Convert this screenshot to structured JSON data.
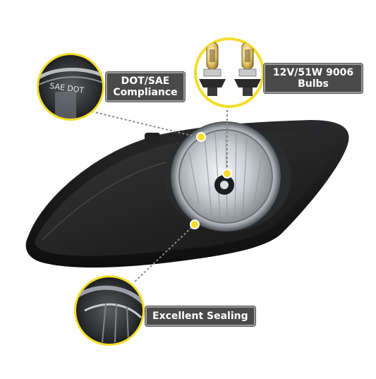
{
  "callouts": {
    "compliance": {
      "line1": "DOT/SAE",
      "line2": "Compliance"
    },
    "bulbs": {
      "line1": "12V/51W 9006",
      "line2": "Bulbs"
    },
    "sealing": {
      "text": "Excellent Sealing"
    }
  },
  "lens_markings": {
    "sae_dot": "SAE DOT"
  },
  "colors": {
    "accent_yellow": "#f3dd2a",
    "label_bg": "#4a4a4a",
    "housing": "#1d1d1f"
  }
}
